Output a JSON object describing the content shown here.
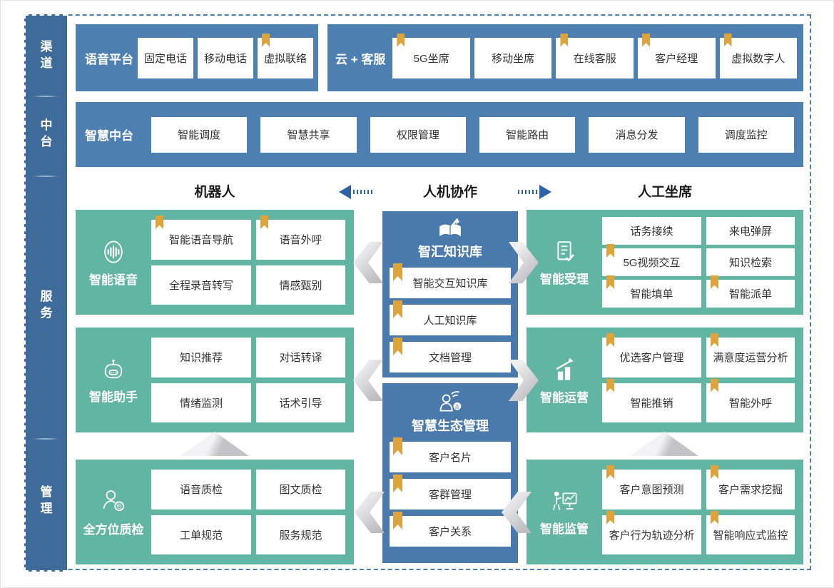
{
  "sidebar": {
    "items": [
      {
        "label": "渠道"
      },
      {
        "label": "中台"
      },
      {
        "label": "服务"
      },
      {
        "label": "管理"
      }
    ]
  },
  "channel_row": {
    "voice_platform": {
      "title": "语音平台",
      "items": [
        {
          "label": "固定电话",
          "bookmark": false
        },
        {
          "label": "移动电话",
          "bookmark": false
        },
        {
          "label": "虚拟联络",
          "bookmark": true
        }
      ]
    },
    "cloud_service": {
      "title": "云 + 客服",
      "items": [
        {
          "label": "5G坐席",
          "bookmark": true
        },
        {
          "label": "移动坐席",
          "bookmark": false
        },
        {
          "label": "在线客服",
          "bookmark": true
        },
        {
          "label": "客户经理",
          "bookmark": true
        },
        {
          "label": "虚拟数字人",
          "bookmark": true
        }
      ]
    }
  },
  "middle_platform_row": {
    "title": "智慧中台",
    "items": [
      {
        "label": "智能调度"
      },
      {
        "label": "智慧共享"
      },
      {
        "label": "权限管理"
      },
      {
        "label": "智能路由"
      },
      {
        "label": "消息分发"
      },
      {
        "label": "调度监控"
      }
    ]
  },
  "section_headers": {
    "left": "机器人",
    "center": "人机协作",
    "right": "人工坐席"
  },
  "robot_column": {
    "blocks": [
      {
        "title": "智能语音",
        "icon": "voice-wave-icon",
        "items": [
          {
            "label": "智能语音导航",
            "bookmark": true
          },
          {
            "label": "语音外呼",
            "bookmark": true
          },
          {
            "label": "全程录音转写",
            "bookmark": false
          },
          {
            "label": "情感甄别",
            "bookmark": false
          }
        ]
      },
      {
        "title": "智能助手",
        "icon": "robot-icon",
        "items": [
          {
            "label": "知识推荐",
            "bookmark": false
          },
          {
            "label": "对话转译",
            "bookmark": false
          },
          {
            "label": "情绪监测",
            "bookmark": false
          },
          {
            "label": "话术引导",
            "bookmark": false
          }
        ]
      },
      {
        "title": "全方位质检",
        "icon": "inspector-badge-icon",
        "items": [
          {
            "label": "语音质检",
            "bookmark": false
          },
          {
            "label": "图文质检",
            "bookmark": false
          },
          {
            "label": "工单规范",
            "bookmark": false
          },
          {
            "label": "服务规范",
            "bookmark": false
          }
        ]
      }
    ]
  },
  "knowledge_column": {
    "blocks": [
      {
        "title": "智汇知识库",
        "icon": "book-pen-icon",
        "items": [
          {
            "label": "智能交互知识库",
            "bookmark": true
          },
          {
            "label": "人工知识库",
            "bookmark": true
          },
          {
            "label": "文档管理",
            "bookmark": true
          }
        ]
      },
      {
        "title": "智慧生态管理",
        "icon": "person-network-icon",
        "items": [
          {
            "label": "客户名片",
            "bookmark": true
          },
          {
            "label": "客群管理",
            "bookmark": true
          },
          {
            "label": "客户关系",
            "bookmark": true
          }
        ]
      }
    ]
  },
  "agent_column": {
    "blocks": [
      {
        "title": "智能受理",
        "icon": "document-check-icon",
        "items": [
          {
            "label": "话务接续",
            "bookmark": false
          },
          {
            "label": "来电弹屏",
            "bookmark": false
          },
          {
            "label": "5G视频交互",
            "bookmark": true
          },
          {
            "label": "知识检索",
            "bookmark": false
          },
          {
            "label": "智能填单",
            "bookmark": true
          },
          {
            "label": "智能派单",
            "bookmark": true
          }
        ]
      },
      {
        "title": "智能运营",
        "icon": "chart-growth-icon",
        "items": [
          {
            "label": "优选客户管理",
            "bookmark": true
          },
          {
            "label": "满意度运营分析",
            "bookmark": true
          },
          {
            "label": "智能推销",
            "bookmark": true
          },
          {
            "label": "智能外呼",
            "bookmark": true
          }
        ]
      },
      {
        "title": "智能监管",
        "icon": "presentation-monitor-icon",
        "items": [
          {
            "label": "客户意图预测",
            "bookmark": true
          },
          {
            "label": "客户需求挖掘",
            "bookmark": true
          },
          {
            "label": "客户行为轨迹分析",
            "bookmark": true
          },
          {
            "label": "智能响应式监控",
            "bookmark": true
          }
        ]
      }
    ]
  },
  "colors": {
    "sidebar_blue": "#3e6b99",
    "panel_blue": "#4d7fb0",
    "knowledge_blue": "#4a7aab",
    "module_teal": "#62b5a2",
    "bookmark_gold": "#dda43e",
    "flow_arrow_blue": "#2e63a8",
    "chevron_silver": "#c5c5c9"
  }
}
